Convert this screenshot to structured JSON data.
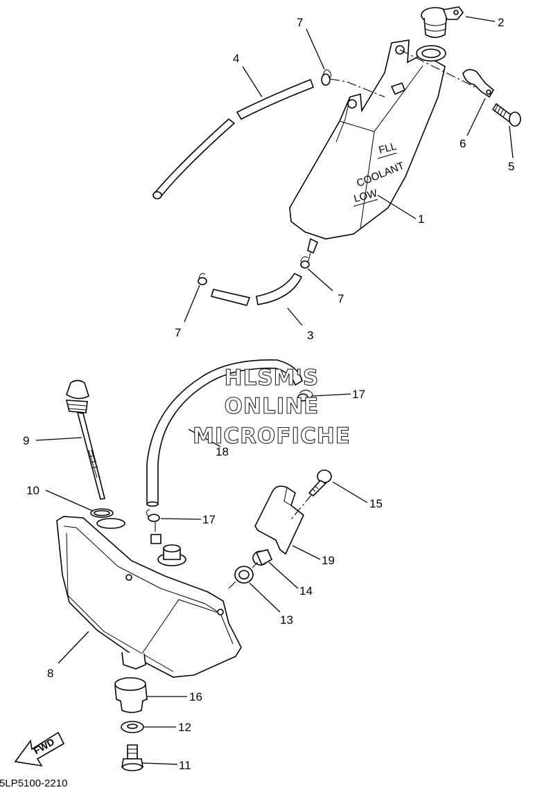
{
  "callouts": {
    "c1": "1",
    "c2": "2",
    "c3": "3",
    "c4": "4",
    "c5": "5",
    "c6": "6",
    "c7a": "7",
    "c7b": "7",
    "c7c": "7",
    "c8": "8",
    "c9": "9",
    "c10": "10",
    "c11": "11",
    "c12": "12",
    "c13": "13",
    "c14": "14",
    "c15": "15",
    "c16": "16",
    "c17a": "17",
    "c17b": "17",
    "c18": "18",
    "c19": "19"
  },
  "tank_labels": {
    "full": "FLL",
    "coolant": "COOLANT",
    "low": "LOW"
  },
  "watermark": {
    "line1": "HLSM'S",
    "line2": "ONLINE",
    "line3": "MICROFICHE"
  },
  "fwd_label": "FWD",
  "diagram_code": "5LP5100-2210"
}
